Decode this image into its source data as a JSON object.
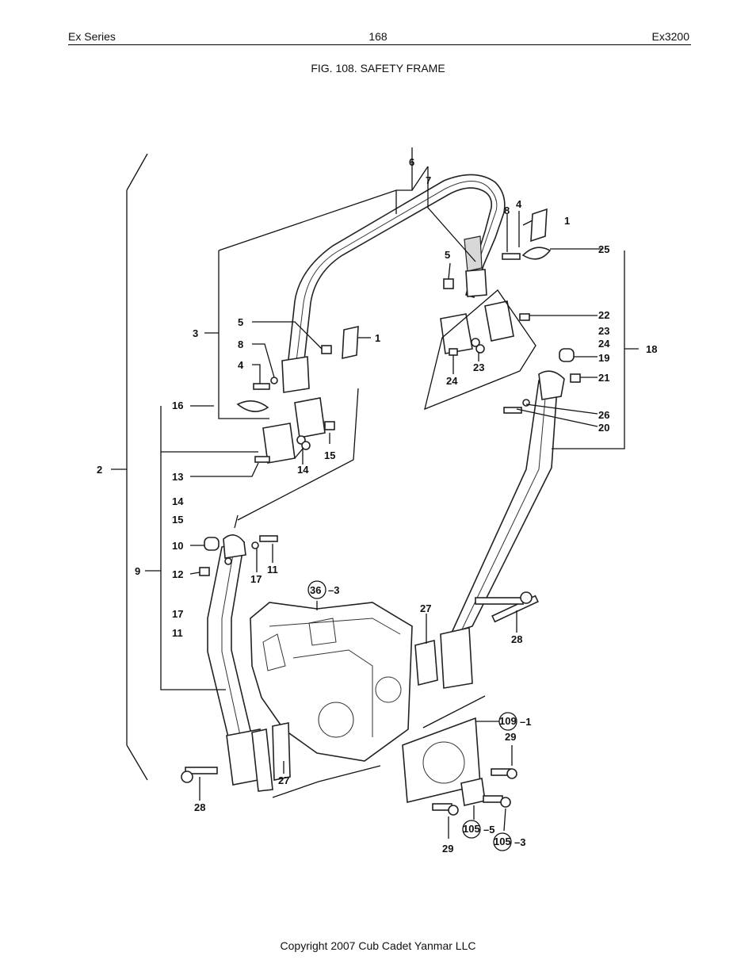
{
  "header": {
    "left": "Ex Series",
    "center": "168",
    "right": "Ex3200"
  },
  "figure": {
    "title": "FIG. 108. SAFETY FRAME",
    "callouts": [
      {
        "id": "c1a",
        "text": "1"
      },
      {
        "id": "c1b",
        "text": "1"
      },
      {
        "id": "c2",
        "text": "2"
      },
      {
        "id": "c3",
        "text": "3"
      },
      {
        "id": "c4a",
        "text": "4"
      },
      {
        "id": "c4b",
        "text": "4"
      },
      {
        "id": "c5a",
        "text": "5"
      },
      {
        "id": "c5b",
        "text": "5"
      },
      {
        "id": "c6",
        "text": "6"
      },
      {
        "id": "c7",
        "text": "7"
      },
      {
        "id": "c8a",
        "text": "8"
      },
      {
        "id": "c8b",
        "text": "8"
      },
      {
        "id": "c9",
        "text": "9"
      },
      {
        "id": "c10",
        "text": "10"
      },
      {
        "id": "c11a",
        "text": "11"
      },
      {
        "id": "c11b",
        "text": "11"
      },
      {
        "id": "c12",
        "text": "12"
      },
      {
        "id": "c13",
        "text": "13"
      },
      {
        "id": "c14a",
        "text": "14"
      },
      {
        "id": "c14b",
        "text": "14"
      },
      {
        "id": "c15a",
        "text": "15"
      },
      {
        "id": "c15b",
        "text": "15"
      },
      {
        "id": "c16",
        "text": "16"
      },
      {
        "id": "c17a",
        "text": "17"
      },
      {
        "id": "c17b",
        "text": "17"
      },
      {
        "id": "c18",
        "text": "18"
      },
      {
        "id": "c19",
        "text": "19"
      },
      {
        "id": "c20",
        "text": "20"
      },
      {
        "id": "c21",
        "text": "21"
      },
      {
        "id": "c22",
        "text": "22"
      },
      {
        "id": "c23a",
        "text": "23"
      },
      {
        "id": "c23b",
        "text": "23"
      },
      {
        "id": "c24a",
        "text": "24"
      },
      {
        "id": "c24b",
        "text": "24"
      },
      {
        "id": "c25",
        "text": "25"
      },
      {
        "id": "c26",
        "text": "26"
      },
      {
        "id": "c27a",
        "text": "27"
      },
      {
        "id": "c27b",
        "text": "27"
      },
      {
        "id": "c28a",
        "text": "28"
      },
      {
        "id": "c28b",
        "text": "28"
      },
      {
        "id": "c29a",
        "text": "29"
      },
      {
        "id": "c29b",
        "text": "29"
      }
    ],
    "refs": [
      {
        "id": "r36",
        "num": "36",
        "suffix": "–3"
      },
      {
        "id": "r109",
        "num": "109",
        "suffix": "–1"
      },
      {
        "id": "r105a",
        "num": "105",
        "suffix": "–5"
      },
      {
        "id": "r105b",
        "num": "105",
        "suffix": "–3"
      }
    ]
  },
  "footer": {
    "copyright": "Copyright 2007 Cub Cadet Yanmar LLC"
  }
}
